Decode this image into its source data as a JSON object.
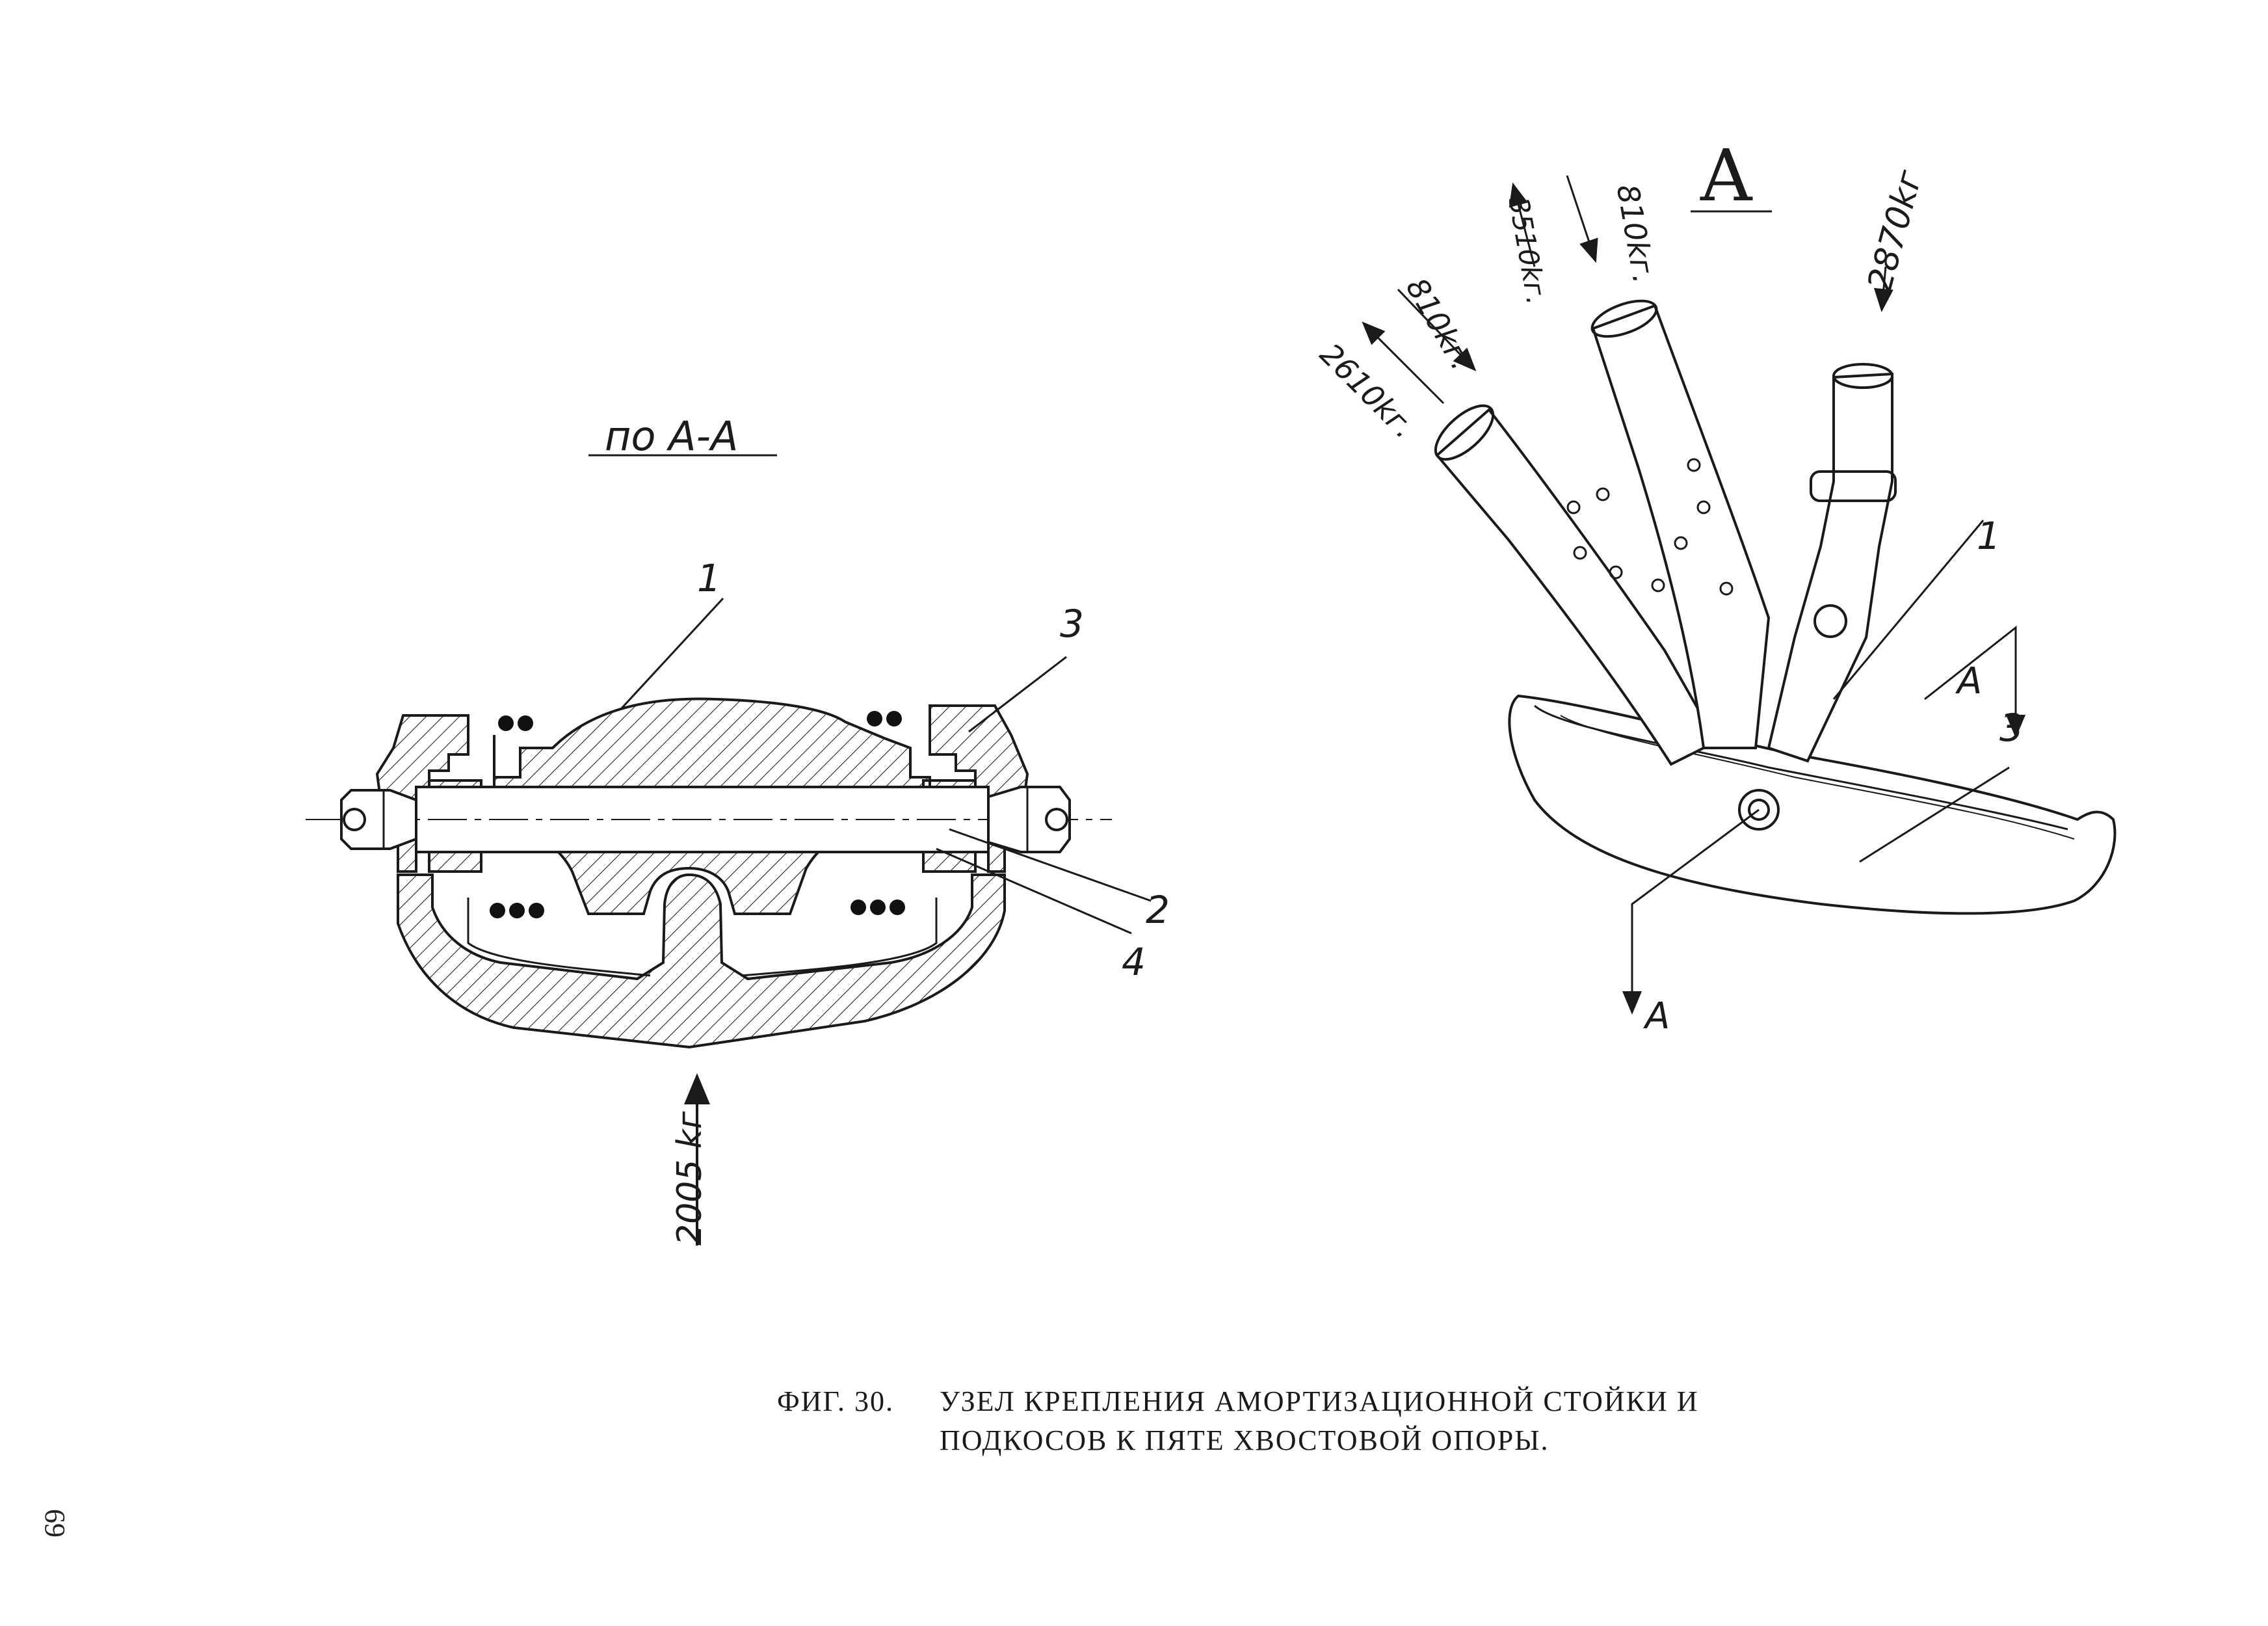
{
  "left_view": {
    "title": "по А-А",
    "part_labels": [
      "1",
      "2",
      "3",
      "4"
    ],
    "load": "2005 kг"
  },
  "right_view": {
    "view_letter": "A",
    "part_labels": [
      "1",
      "3"
    ],
    "section_marks": [
      "A",
      "A"
    ],
    "loads": [
      "2610kг.",
      "810kг.",
      "3510kг.",
      "810kг.",
      "2870kг"
    ]
  },
  "caption": {
    "figure": "ФИГ. 30.",
    "line1": "УЗЕЛ КРЕПЛЕНИЯ АМОРТИЗАЦИОННОЙ СТОЙКИ И",
    "line2": "ПОДКОСОВ К ПЯТЕ ХВОСТОВОЙ ОПОРЫ."
  },
  "page_number": "69"
}
